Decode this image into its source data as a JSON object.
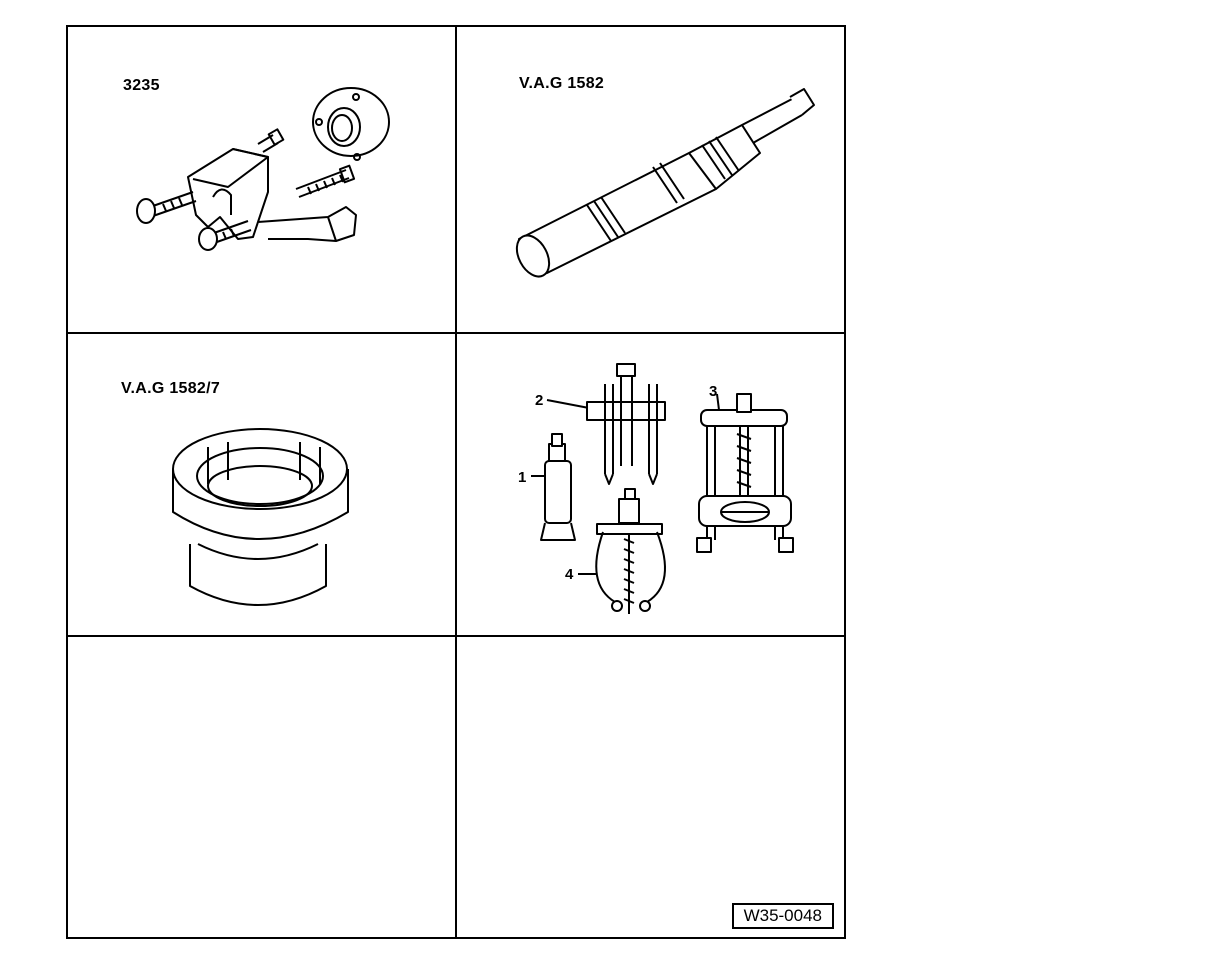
{
  "panels": {
    "top_left": {
      "label": "3235",
      "icon": "bracket-tool-with-bolts-and-flange-icon"
    },
    "top_right": {
      "label": "V.A.G 1582",
      "icon": "cylindrical-shaft-tool-icon"
    },
    "middle_left": {
      "label": "V.A.G 1582/7",
      "icon": "socket-sleeve-icon"
    },
    "middle_right": {
      "callouts": [
        "1",
        "2",
        "3",
        "4"
      ],
      "icon": "puller-set-icon"
    },
    "bottom_left": {},
    "bottom_right": {}
  },
  "figure_ref": "W35-0048"
}
